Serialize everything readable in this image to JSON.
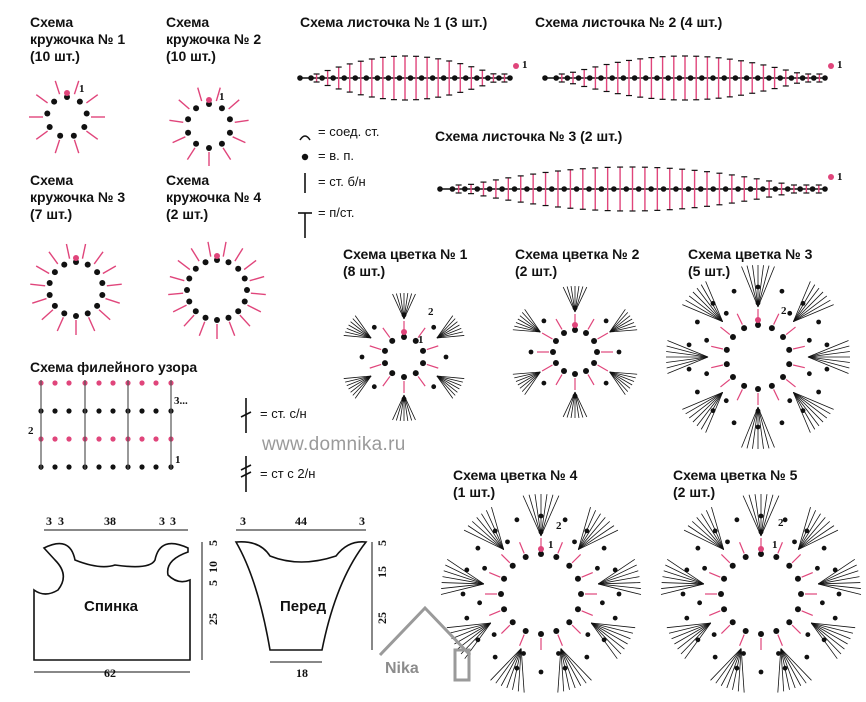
{
  "rings": [
    {
      "label": "Схема\nкружочка № 1\n(10 шт.)",
      "mark": "1"
    },
    {
      "label": "Схема\nкружочка № 2\n(10 шт.)",
      "mark": "1"
    },
    {
      "label": "Схема\nкружочка № 3\n(7 шт.)"
    },
    {
      "label": "Схема\nкружочка № 4\n(2 шт.)"
    }
  ],
  "leaves": [
    {
      "label": "Схема листочка № 1 (3 шт.)",
      "mark": "1"
    },
    {
      "label": "Схема листочка № 2 (4 шт.)",
      "mark": "1"
    },
    {
      "label": "Схема листочка № 3 (2 шт.)",
      "mark": "1"
    }
  ],
  "legend": {
    "sl_st": "= соед. ст.",
    "ch": "= в. п.",
    "sc": "= ст. б/н",
    "hdc": "= п/ст.",
    "dc": "= ст. с/н",
    "tr": "= ст с 2/н"
  },
  "filet": {
    "label": "Схема филейного узора",
    "mark_row1": "1",
    "mark_row2": "2",
    "mark_row3": "3..."
  },
  "flowers": [
    {
      "label": "Схема цветка № 1\n(8 шт.)",
      "mark1": "1",
      "mark2": "2"
    },
    {
      "label": "Схема цветка № 2\n(2 шт.)"
    },
    {
      "label": "Схема цветка № 3\n(5 шт.)",
      "mark2": "2"
    },
    {
      "label": "Схема цветка № 4\n(1 шт.)",
      "mark1": "1",
      "mark2": "2"
    },
    {
      "label": "Схема цветка № 5\n(2 шт.)",
      "mark1": "1",
      "mark2": "2"
    }
  ],
  "website": "www.domnika.ru",
  "watermark": "Nika",
  "back": {
    "name": "Спинка",
    "top": [
      "3",
      "3",
      "38",
      "3",
      "3"
    ],
    "bottom": "62",
    "side": [
      "5",
      "10",
      "5",
      "25"
    ]
  },
  "front": {
    "name": "Перед",
    "top": [
      "3",
      "44",
      "3"
    ],
    "bottom": "18",
    "side": [
      "5",
      "15",
      "25"
    ]
  },
  "colors": {
    "ink": "#111111",
    "pink": "#e0457b",
    "gray": "#9a9a9a"
  }
}
